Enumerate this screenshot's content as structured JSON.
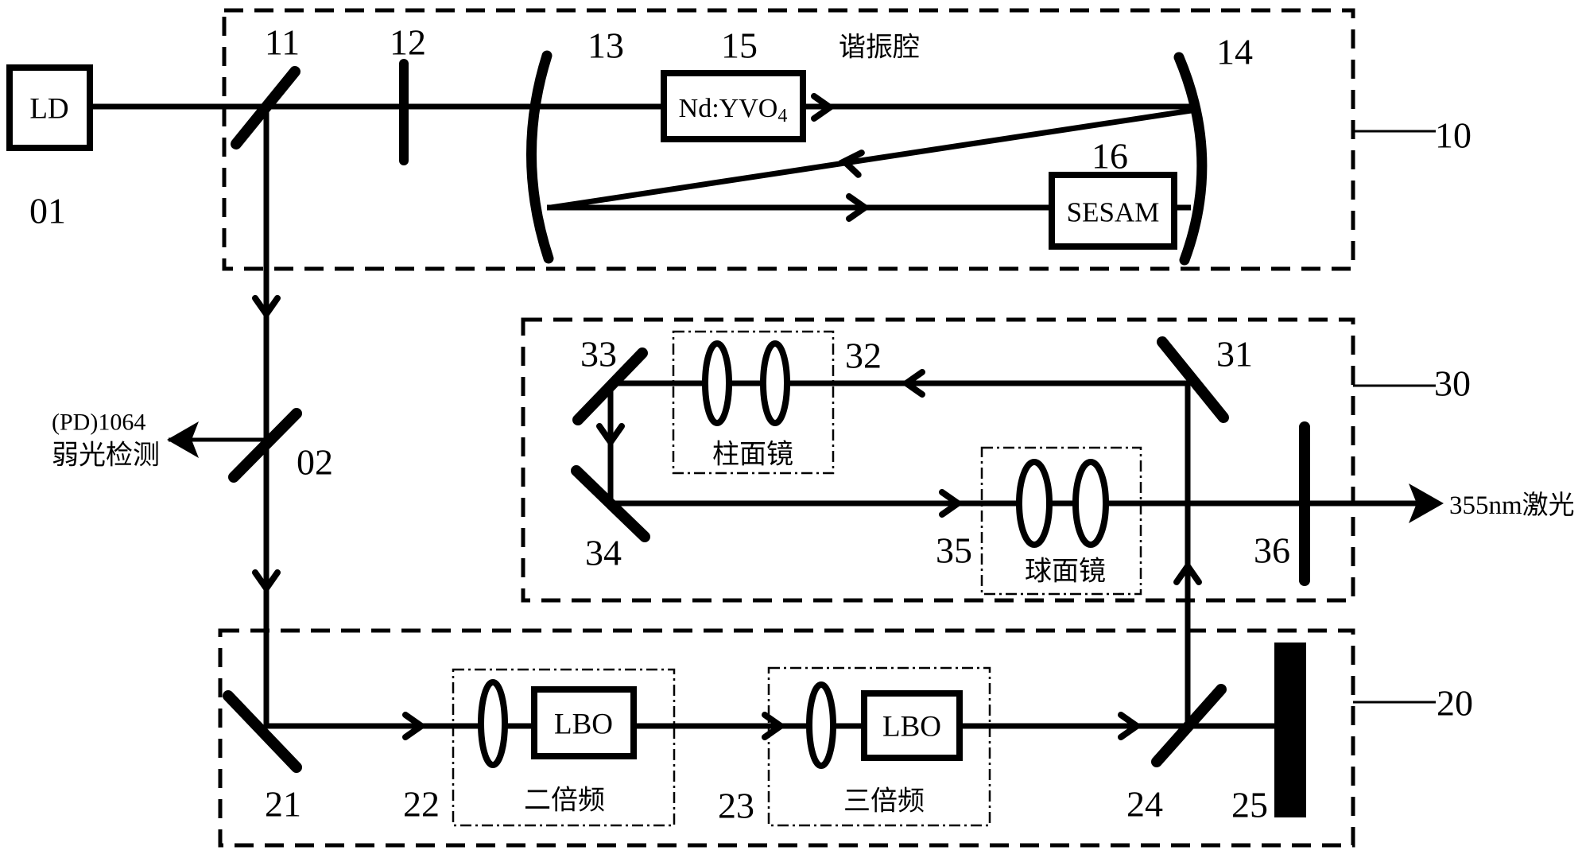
{
  "source": {
    "ld_label": "LD",
    "num": "01"
  },
  "module10": {
    "num": "10",
    "cavity_label": "谐振腔",
    "mirror11_num": "11",
    "lens12_num": "12",
    "mirror13_num": "13",
    "mirror14_num": "14",
    "gain_num": "15",
    "gain_main": "Nd:YVO",
    "gain_sub": "4",
    "sesam_num": "16",
    "sesam_label": "SESAM"
  },
  "pd_branch": {
    "line1": "(PD)1064",
    "line2": "弱光检测",
    "mirror_num": "02"
  },
  "module30": {
    "num": "30",
    "mirror31_num": "31",
    "lens32_num": "32",
    "mirror33_num": "33",
    "mirror34_num": "34",
    "lens35_num": "35",
    "lens36_num": "36",
    "cylindrical_label": "柱面镜",
    "spherical_label": "球面镜",
    "output_label": "355nm激光"
  },
  "module20": {
    "num": "20",
    "mirror21_num": "21",
    "lens22_num": "22",
    "path23_num": "23",
    "mirror24_num": "24",
    "block25_num": "25",
    "lbo1_label": "LBO",
    "lbo2_label": "LBO",
    "shg_label": "二倍频",
    "thg_label": "三倍频"
  },
  "colors": {
    "ink": "#000000",
    "background": "#ffffff"
  }
}
